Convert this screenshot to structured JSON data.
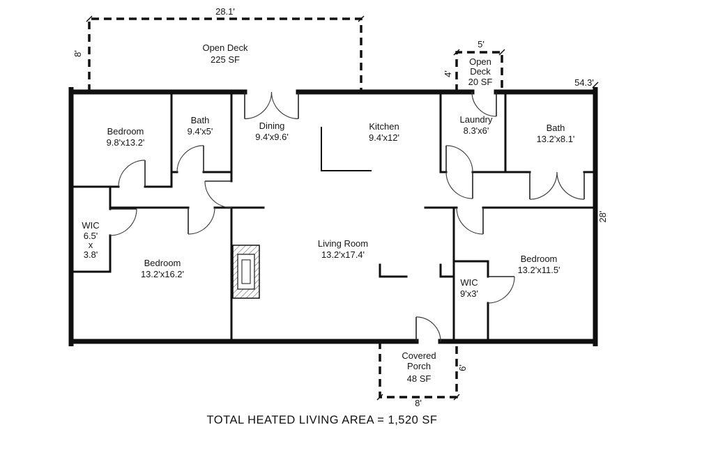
{
  "title": "TOTAL HEATED LIVING AREA = 1,520 SF",
  "overall": {
    "width": "54.3'",
    "depth": "28'"
  },
  "outdoor": {
    "deck_large": {
      "label": "Open Deck",
      "area": "225 SF",
      "width": "28.1'",
      "depth": "8'"
    },
    "deck_small": {
      "label_line1": "Open",
      "label_line2": "Deck",
      "area": "20 SF",
      "width": "5'",
      "depth": "4'"
    },
    "porch": {
      "label_line1": "Covered",
      "label_line2": "Porch",
      "area": "48 SF",
      "width": "8'",
      "depth": "6'"
    }
  },
  "rooms": {
    "bedroom_top_left": {
      "name": "Bedroom",
      "size": "9.8'x13.2'"
    },
    "bath_top_left": {
      "name": "Bath",
      "size": "9.4'x5'"
    },
    "dining": {
      "name": "Dining",
      "size": "9.4'x9.6'"
    },
    "kitchen": {
      "name": "Kitchen",
      "size": "9.4'x12'"
    },
    "laundry": {
      "name": "Laundry",
      "size": "8.3'x6'"
    },
    "bath_right": {
      "name": "Bath",
      "size": "13.2'x8.1'"
    },
    "wic_left": {
      "name": "WIC",
      "size_line1": "6.5'",
      "size_line2": "x",
      "size_line3": "3.8'"
    },
    "bedroom_bottom_left": {
      "name": "Bedroom",
      "size": "13.2'x16.2'"
    },
    "living_room": {
      "name": "Living Room",
      "size": "13.2'x17.4'"
    },
    "wic_right": {
      "name": "WIC",
      "size": "9'x3'"
    },
    "bedroom_right": {
      "name": "Bedroom",
      "size": "13.2'x11.5'"
    }
  }
}
